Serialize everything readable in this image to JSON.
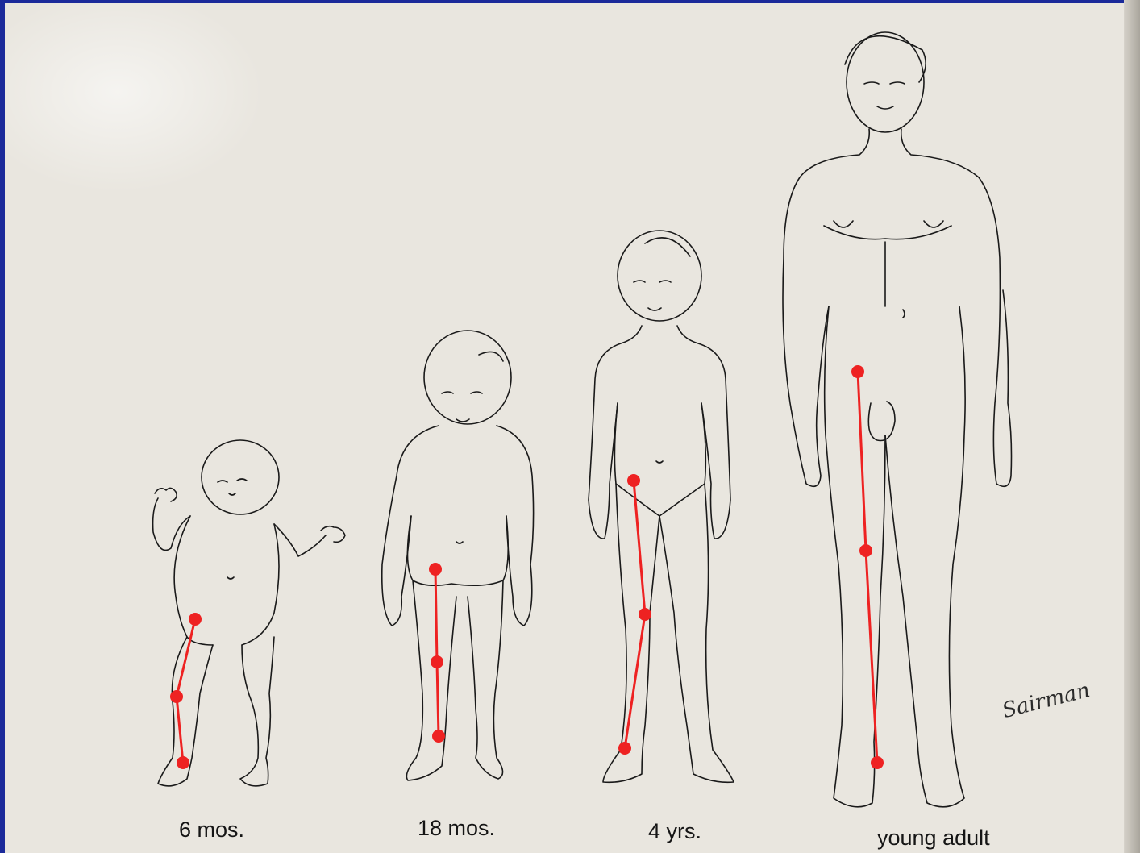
{
  "figures": [
    {
      "id": "6-mos",
      "label": "6 mos."
    },
    {
      "id": "18-mos",
      "label": "18 mos."
    },
    {
      "id": "4-yrs",
      "label": "4 yrs."
    },
    {
      "id": "young-adult",
      "label": "young adult"
    }
  ],
  "signature": "Sairman",
  "colors": {
    "leg_axis": "#ee2222",
    "outline": "#1a1a1a",
    "paper": "#e9e6df",
    "frame": "#1b2a9a"
  }
}
